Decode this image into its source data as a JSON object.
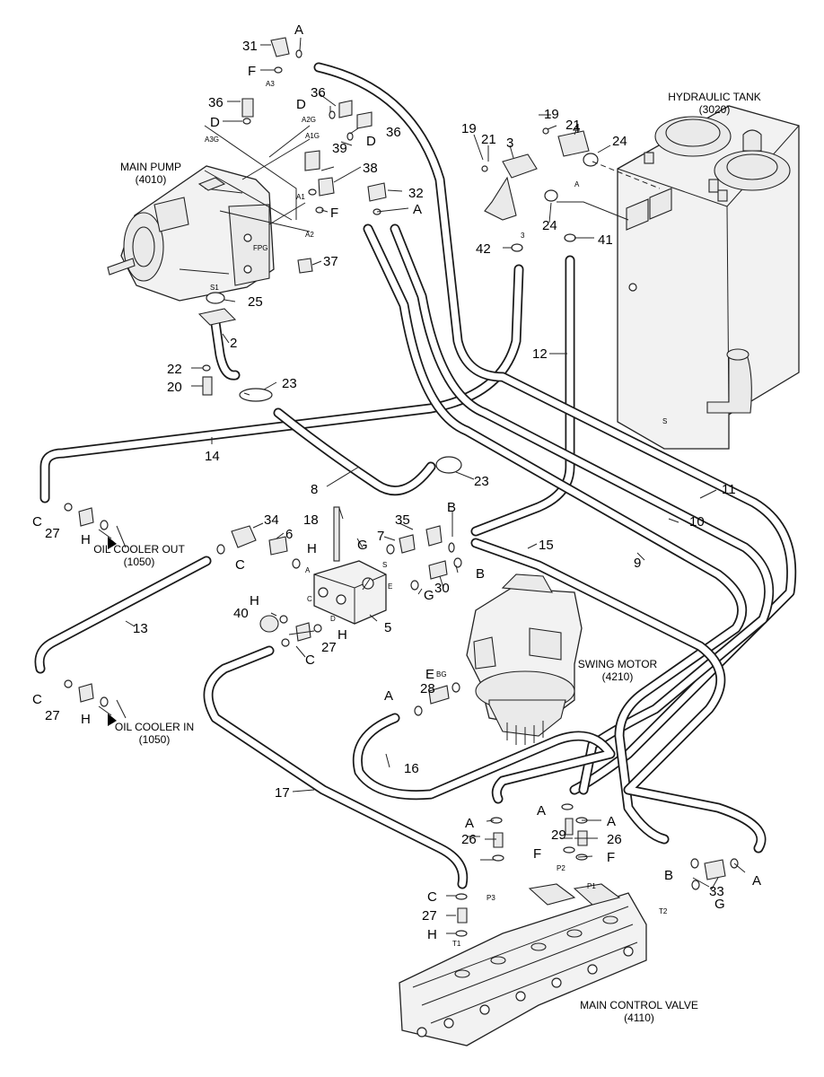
{
  "components": {
    "hydraulic_tank": {
      "name": "HYDRAULIC TANK",
      "code": "(3020)"
    },
    "main_pump": {
      "name": "MAIN PUMP",
      "code": "(4010)"
    },
    "swing_motor": {
      "name": "SWING MOTOR",
      "code": "(4210)"
    },
    "main_control_valve": {
      "name": "MAIN CONTROL VALVE",
      "code": "(4110)"
    },
    "oil_cooler_out": {
      "name": "OIL COOLER OUT",
      "code": "(1050)"
    },
    "oil_cooler_in": {
      "name": "OIL COOLER IN",
      "code": "(1050)"
    }
  },
  "callouts": {
    "n2": "2",
    "n3": "3",
    "n4": "4",
    "n5": "5",
    "n6": "6",
    "n7": "7",
    "n8": "8",
    "n9": "9",
    "n10": "10",
    "n11": "11",
    "n12": "12",
    "n13": "13",
    "n14": "14",
    "n15": "15",
    "n16": "16",
    "n17": "17",
    "n18": "18",
    "n19a": "19",
    "n19b": "19",
    "n20": "20",
    "n21a": "21",
    "n21b": "21",
    "n22": "22",
    "n23a": "23",
    "n23b": "23",
    "n24a": "24",
    "n24b": "24",
    "n25": "25",
    "n26a": "26",
    "n26b": "26",
    "n27a": "27",
    "n27b": "27",
    "n27c": "27",
    "n27d": "27",
    "n28": "28",
    "n29": "29",
    "n30": "30",
    "n31": "31",
    "n32": "32",
    "n33": "33",
    "n34": "34",
    "n35": "35",
    "n36a": "36",
    "n36b": "36",
    "n36c": "36",
    "n37": "37",
    "n38": "38",
    "n39": "39",
    "n40": "40",
    "n41": "41",
    "n42": "42"
  },
  "seals": {
    "A_top": "A",
    "F_pump": "F",
    "D_a": "D",
    "D_b": "D",
    "D_c": "D",
    "F_a1": "F",
    "A_hoses": "A",
    "C_cool1": "C",
    "H_cool1": "H",
    "C_34": "C",
    "H_6": "H",
    "G_35": "G",
    "B_35": "B",
    "B_15": "B",
    "G_30": "G",
    "H_40": "H",
    "H_27": "H",
    "C_27": "C",
    "C_cool2": "C",
    "H_cool2": "H",
    "E_28": "E",
    "A_28": "A",
    "A_mcv1": "A",
    "A_mcv2": "A",
    "A_mcv3": "A",
    "F_mcv1": "F",
    "F_mcv2": "F",
    "C_mcv": "C",
    "H_mcv": "H",
    "B_33": "B",
    "A_33": "A",
    "G_33": "G"
  },
  "port_marks": {
    "A3": "A3",
    "A3G": "A3G",
    "A2G": "A2G",
    "A1G": "A1G",
    "A1": "A1",
    "A2": "A2",
    "FPG": "FPG",
    "S1": "S1",
    "three": "3",
    "A_tank": "A",
    "S_tank": "S",
    "A_blk": "A",
    "S_blk": "S",
    "C_blk": "C",
    "E_blk": "E",
    "D_blk": "D",
    "BG": "BG",
    "P3": "P3",
    "P2": "P2",
    "P1": "P1",
    "T1": "T1",
    "T2": "T2"
  }
}
